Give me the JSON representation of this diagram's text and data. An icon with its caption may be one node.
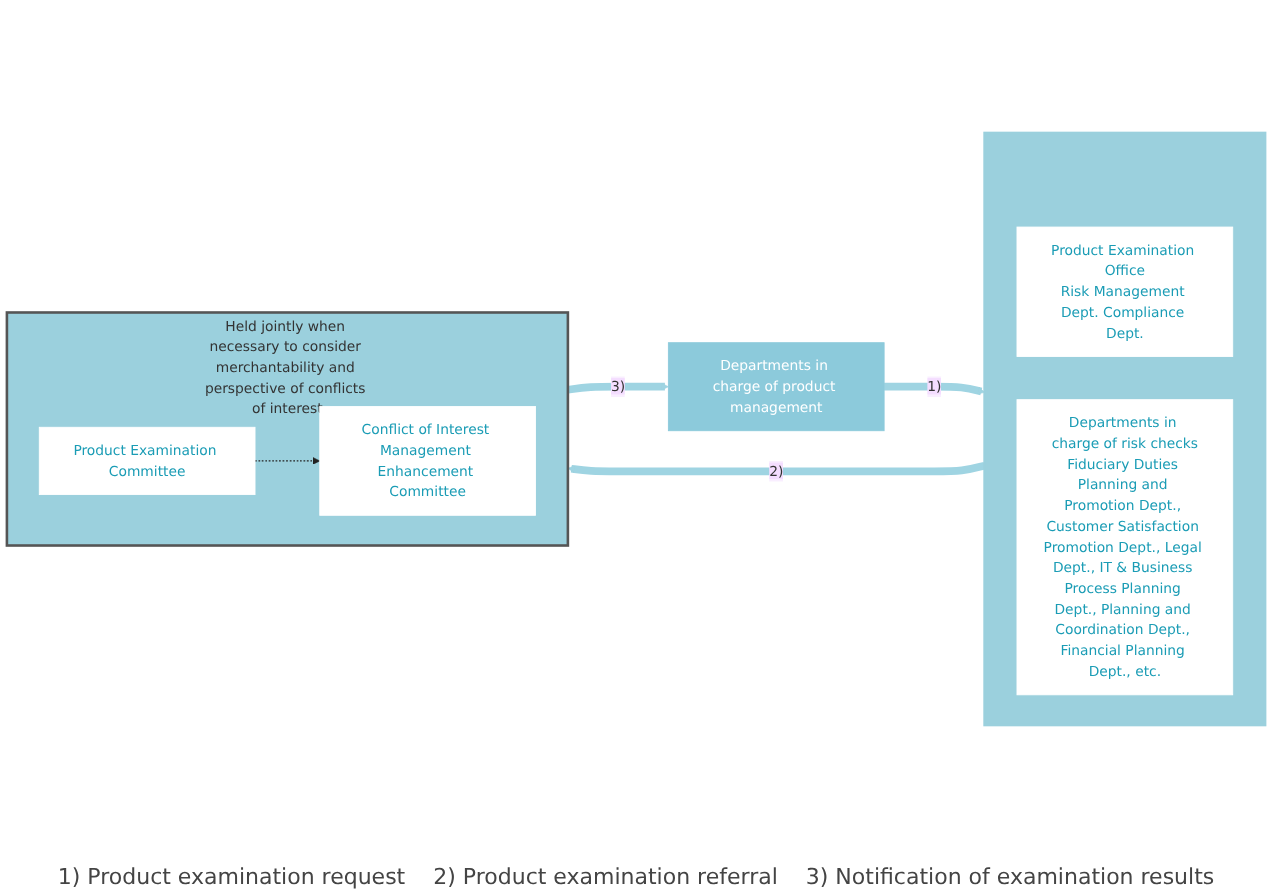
{
  "diagram": {
    "nodes": [
      {
        "text": [
          "Departments in charge of product management"
        ]
      },
      {
        "text": [],
        "shape": "box"
      },
      {
        "text": [
          "Product Examination Office",
          "Risk Management Dept. Compliance Dept."
        ],
        "in": 1
      },
      {
        "text": [
          "Departments in charge of risk checks",
          "Fiduciary Duties Planning and Promotion Dept., Customer Satisfaction Promotion Dept., Legal Dept., IT & Business Process Planning Dept., Planning and Coordination Dept., Financial Planning Dept., etc."
        ],
        "in": 1
      },
      {
        "text": [
          "Held jointly when necessary to consider merchantability and perspective of conflicts of interest"
        ]
      },
      {
        "text": [
          "Product Examination Committee"
        ],
        "in": 4
      },
      {
        "text": [
          "Conflict of Interest Management Enhancement Committee"
        ],
        "in": 4
      }
    ],
    "edges": [
      {
        "from": 0,
        "to": 1,
        "arrow": "to",
        "label": "1)"
      },
      {
        "from": 1,
        "to": 4,
        "arrow": "to",
        "label": "2)"
      },
      {
        "from": 4,
        "to": 0,
        "arrow": "to",
        "label": "3)"
      },
      {
        "from": 5,
        "to": 6,
        "arrow": "to",
        "style": "dashed",
        "color": "#222222"
      }
    ],
    "labels": [
      "1) Product examination request",
      "2) Product examination referral",
      "3) Notification of examination results"
    ]
  }
}
